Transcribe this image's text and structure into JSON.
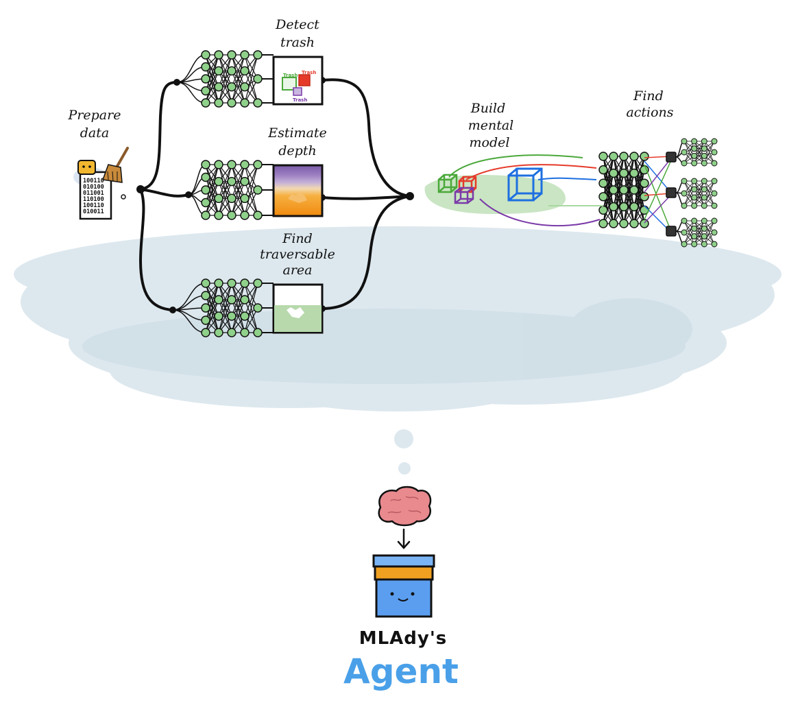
{
  "labels": {
    "prepare": [
      "Prepare",
      "data"
    ],
    "detect": [
      "Detect",
      "trash"
    ],
    "depth": [
      "Estimate",
      "depth"
    ],
    "traverse": [
      "Find",
      "traversable",
      "area"
    ],
    "build": [
      "Build",
      "mental",
      "model"
    ],
    "actions": [
      "Find",
      "actions"
    ]
  },
  "trash_tags": [
    "Trash",
    "Trash",
    "Trash"
  ],
  "binary_lines": [
    "100110",
    "010100",
    "011001",
    "110100",
    "100110",
    "010011"
  ],
  "agent": {
    "owner": "MLAdy's",
    "name": "Agent"
  },
  "colors": {
    "node_green": "#8fd08a",
    "cloud": "#dde8ee",
    "depth_top": "#7a5ca8",
    "depth_bottom": "#f08a10",
    "traverse_fill": "#b7d9ac",
    "cube_blue": "#1e6fe0",
    "cube_green": "#4aa83a",
    "cube_red": "#e53a2a",
    "cube_purple": "#7a3aa8",
    "agent_blue": "#5b9ef0",
    "agent_band": "#f0a020",
    "brain_pink": "#e98a8f",
    "title_blue": "#4aa0e8"
  }
}
